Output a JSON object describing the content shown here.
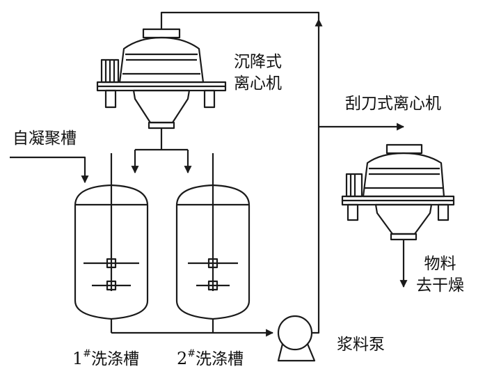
{
  "labels": {
    "sed_centrifuge": [
      "沉降式",
      "离心机"
    ],
    "scraper_centrifuge": "刮刀式离心机",
    "coagulation_tank": "自凝聚槽",
    "wash_tank_1": {
      "number": "1",
      "mark": "#",
      "text": "洗涤槽"
    },
    "wash_tank_2": {
      "number": "2",
      "mark": "#",
      "text": "洗涤槽"
    },
    "slurry_pump": "浆料泵",
    "material_dry": [
      "物料",
      "去干燥"
    ]
  },
  "colors": {
    "stroke": "#1a1a1a",
    "background": "#ffffff"
  }
}
